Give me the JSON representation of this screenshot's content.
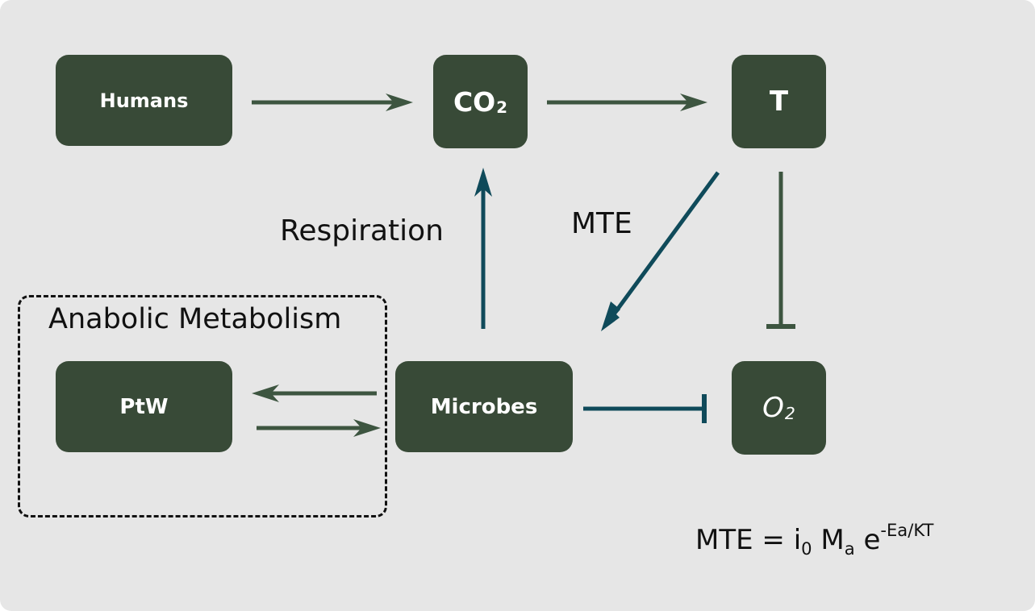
{
  "nodes": {
    "humans": "Humans",
    "co2": {
      "base": "CO",
      "sub": "2"
    },
    "t": "T",
    "ptw": "PtW",
    "microbes": "Microbes",
    "o2": {
      "base": "O",
      "sub": "2"
    }
  },
  "labels": {
    "respiration": "Respiration",
    "mte": "MTE",
    "anabolic": "Anabolic Metabolism"
  },
  "formula": {
    "lhs": "MTE = i",
    "i_sub": "0",
    "m": " M",
    "m_sub": "a",
    "e": " e",
    "exp": "-Ea/KT"
  },
  "colors": {
    "background": "#e6e6e6",
    "node_fill": "#384a37",
    "node_text": "#ffffff",
    "arrow_green": "#3d5540",
    "arrow_teal": "#0f4a5a",
    "text": "#111111"
  }
}
